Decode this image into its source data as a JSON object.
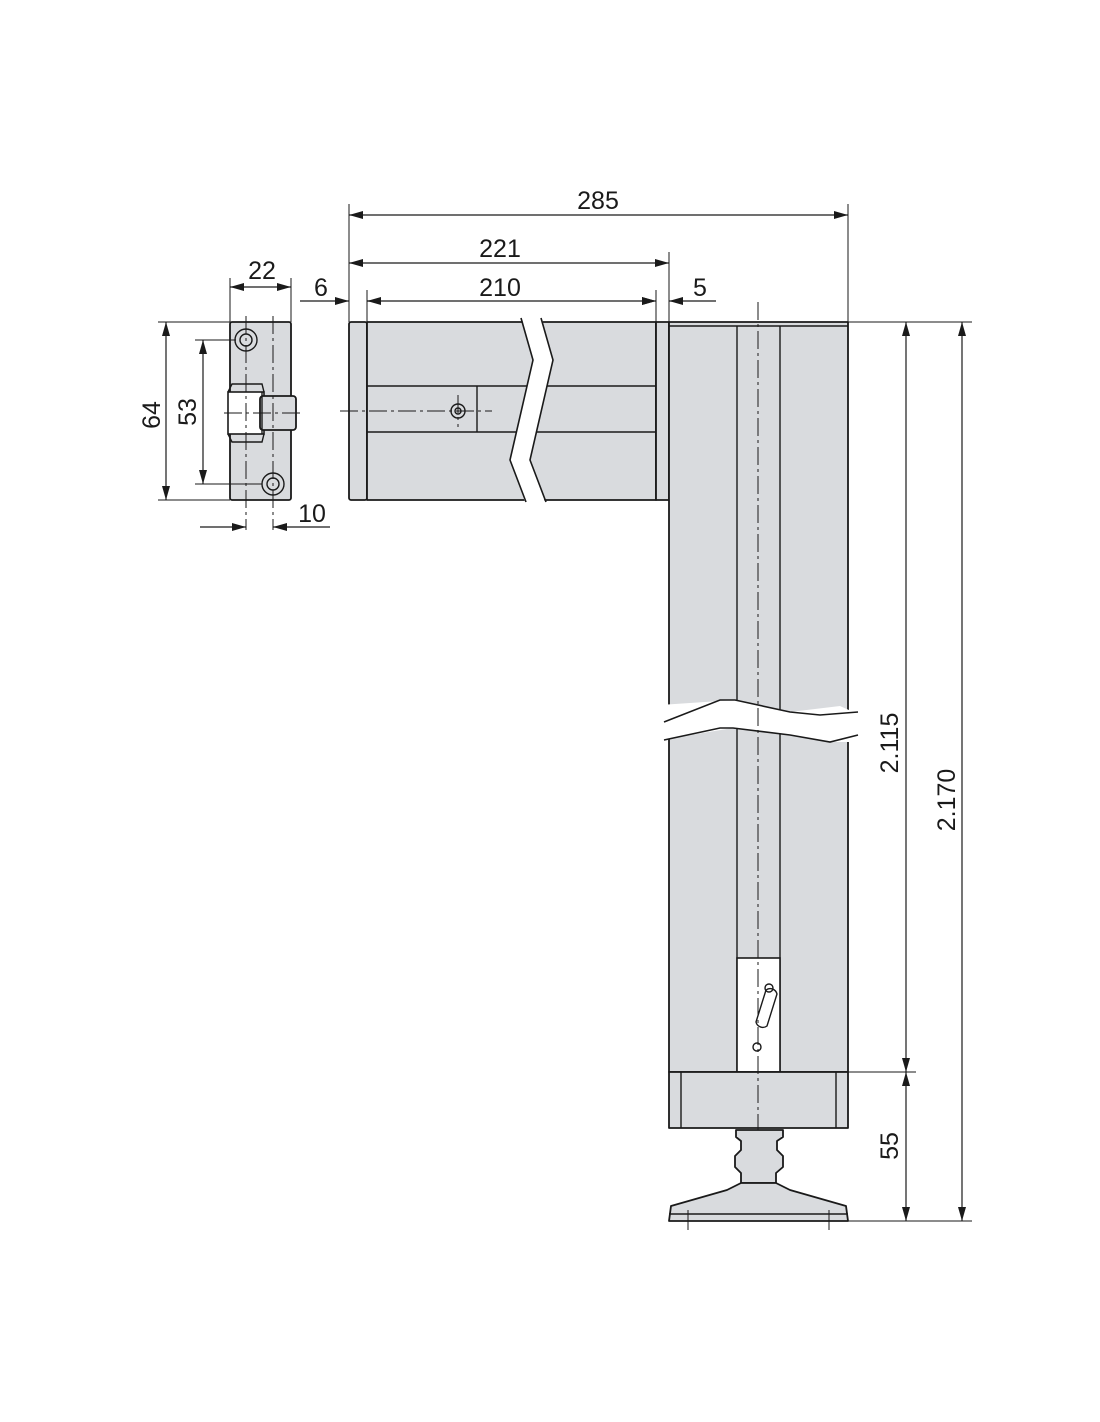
{
  "dimensions": {
    "bracket_width": "22",
    "bracket_height": "64",
    "hole_spacing": "53",
    "bracket_offset": "10",
    "end_cap_width": "6",
    "arm_length": "210",
    "arm_length_total": "221",
    "joint_gap": "5",
    "overall_width": "285",
    "post_height": "2.115",
    "overall_height": "2.170",
    "foot_height": "55"
  },
  "colors": {
    "part_fill": "#d9dbde",
    "line": "#1a1a1a",
    "background": "#ffffff"
  }
}
